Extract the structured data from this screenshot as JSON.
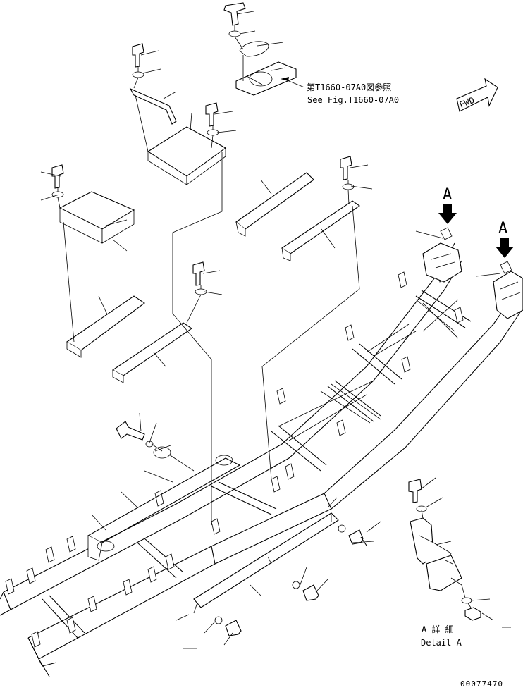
{
  "reference": {
    "line_jp": "第T1660-07A0図参照",
    "line_en": "See Fig.T1660-07A0"
  },
  "forward_mark": "FWD",
  "view_markers": [
    "A",
    "A"
  ],
  "detail": {
    "label_jp": "A 詳 細",
    "label_en": "Detail A"
  },
  "drawing_number": "00077470"
}
